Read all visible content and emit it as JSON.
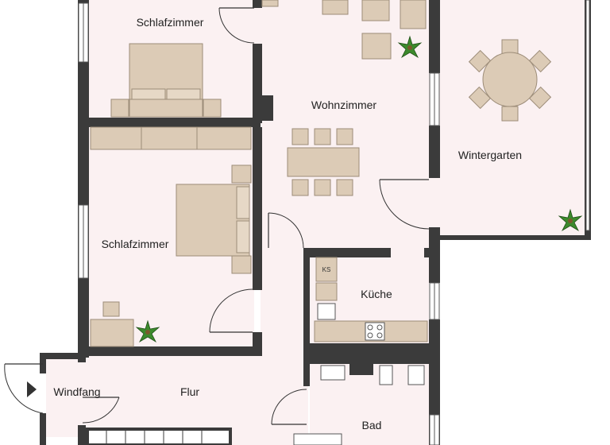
{
  "rooms": {
    "schlafzimmer_top": "Schlafzimmer",
    "wohnzimmer": "Wohnzimmer",
    "wintergarten": "Wintergarten",
    "schlafzimmer_left": "Schlafzimmer",
    "kueche": "Küche",
    "windfang": "Windfang",
    "flur": "Flur",
    "bad": "Bad"
  },
  "fixtures": {
    "fridge_label": "KS"
  },
  "colors": {
    "wall": "#3b3b3b",
    "floor": "#fbf1f2",
    "furniture": "#dccbb6",
    "plant": "#3c8a2c"
  }
}
